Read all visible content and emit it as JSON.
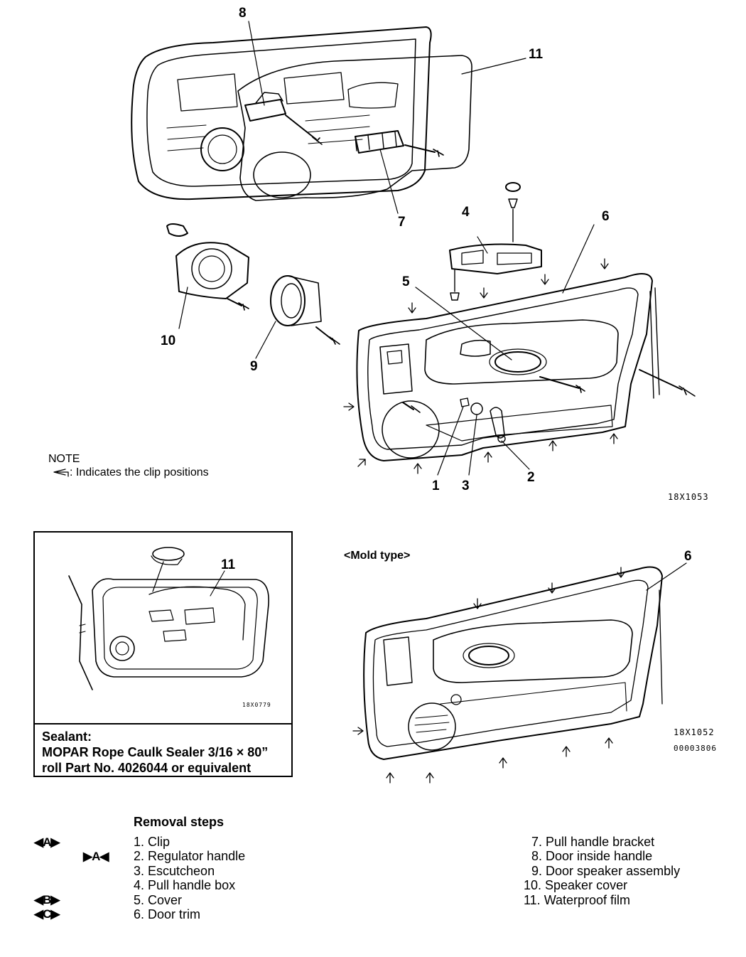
{
  "callouts": {
    "c1": "1",
    "c2": "2",
    "c3": "3",
    "c4": "4",
    "c5": "5",
    "c6": "6",
    "c7": "7",
    "c8": "8",
    "c9": "9",
    "c10": "10",
    "c11": "11",
    "inset_c11": "11",
    "mold_c6": "6"
  },
  "note": {
    "title": "NOTE",
    "text": ": Indicates the clip positions"
  },
  "figure_codes": {
    "main": "18X1053",
    "inset": "18X0779",
    "mold": "18X1052",
    "mold_doc": "00003806"
  },
  "mold_label": "<Mold type>",
  "sealant": {
    "line1": "Sealant:",
    "line2": "MOPAR Rope Caulk Sealer 3/16 × 80”",
    "line3": "roll Part No. 4026044 or equivalent"
  },
  "removal": {
    "title": "Removal steps",
    "left_steps": [
      "1. Clip",
      "2. Regulator handle",
      "3. Escutcheon",
      "4. Pull handle box",
      "5. Cover",
      "6. Door trim"
    ],
    "right_steps": [
      "7. Pull handle bracket",
      "8. Door inside handle",
      "9. Door speaker assembly",
      "10. Speaker cover",
      "11. Waterproof film"
    ],
    "badges": {
      "b1": "◀A▶",
      "b2": "▶A◀",
      "b5": "◀B▶",
      "b6": "◀C▶"
    }
  }
}
